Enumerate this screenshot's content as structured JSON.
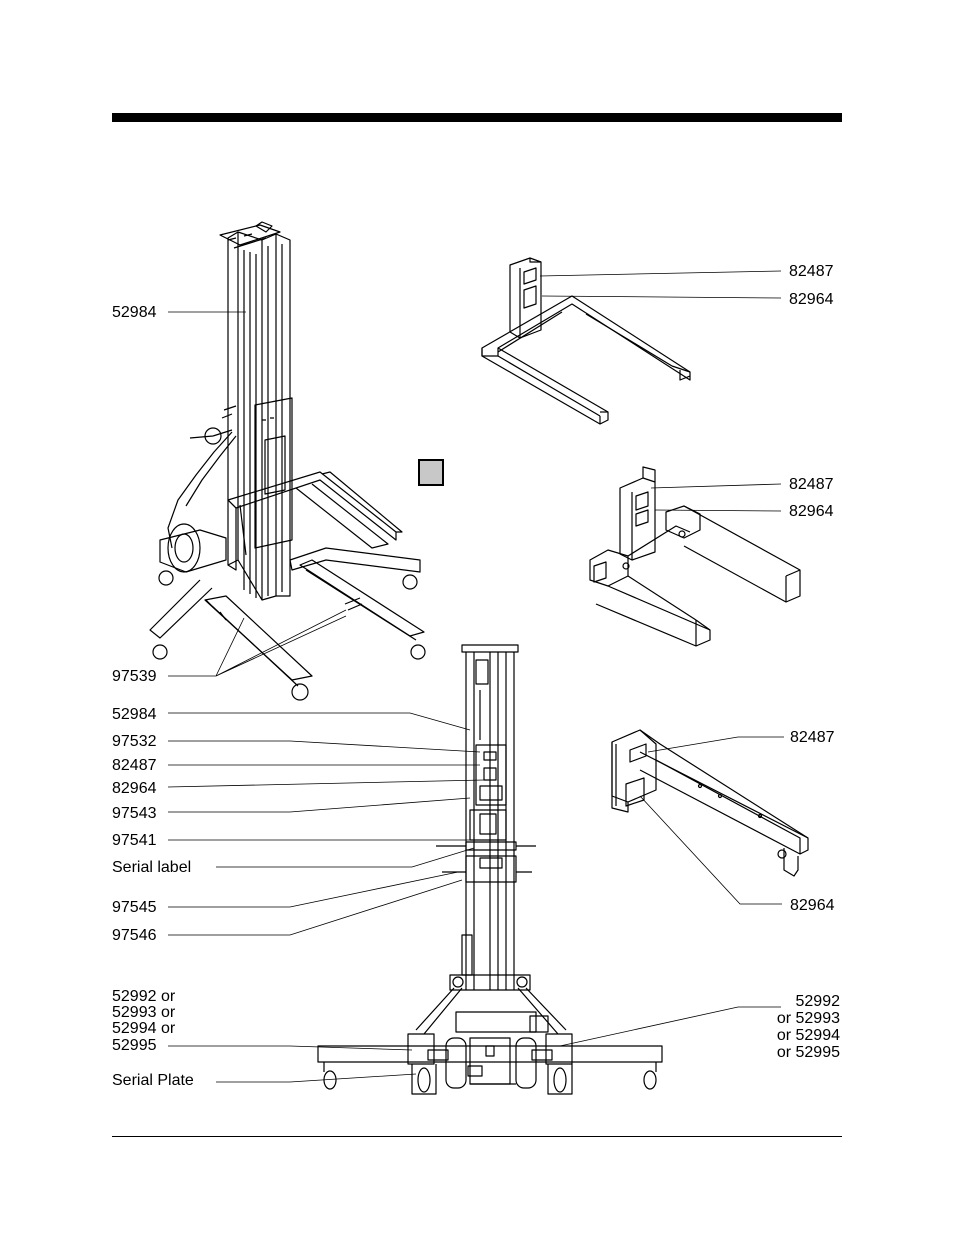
{
  "labels": {
    "top_mast": "52984",
    "fork1_a": "82487",
    "fork1_b": "82964",
    "fork2_a": "82487",
    "fork2_b": "82964",
    "boom_a": "82487",
    "boom_b": "82964",
    "outrigger": "97539",
    "l_52984": "52984",
    "l_97532": "97532",
    "l_82487": "82487",
    "l_82964": "82964",
    "l_97543": "97543",
    "l_97541": "97541",
    "l_serial_label": "Serial label",
    "l_97545": "97545",
    "l_97546": "97546",
    "l_leg_lines": [
      "52992 or",
      "52993 or",
      "52994 or",
      "52995"
    ],
    "l_serial_plate": "Serial Plate",
    "r_leg_lines": [
      "52992",
      "or 52993",
      "or 52994",
      "or 52995"
    ]
  }
}
